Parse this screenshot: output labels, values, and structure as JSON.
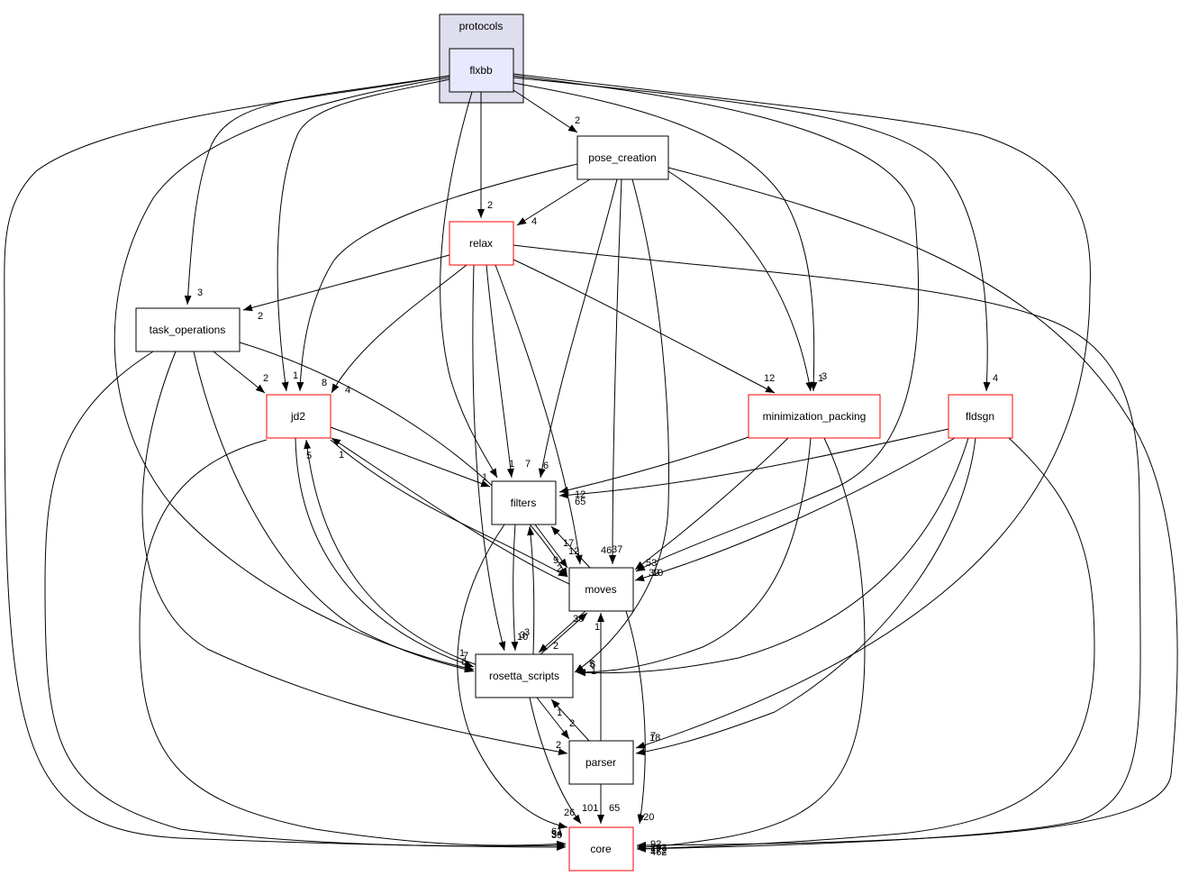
{
  "graph": {
    "cluster": {
      "label": "protocols"
    },
    "nodes": [
      {
        "id": "flxbb",
        "label": "flxbb",
        "style": "focus"
      },
      {
        "id": "pose_creation",
        "label": "pose_creation",
        "style": "normal"
      },
      {
        "id": "relax",
        "label": "relax",
        "style": "red"
      },
      {
        "id": "task_operations",
        "label": "task_operations",
        "style": "normal"
      },
      {
        "id": "jd2",
        "label": "jd2",
        "style": "red"
      },
      {
        "id": "minimization_packing",
        "label": "minimization_packing",
        "style": "red"
      },
      {
        "id": "fldsgn",
        "label": "fldsgn",
        "style": "red"
      },
      {
        "id": "filters",
        "label": "filters",
        "style": "normal"
      },
      {
        "id": "moves",
        "label": "moves",
        "style": "normal"
      },
      {
        "id": "rosetta_scripts",
        "label": "rosetta_scripts",
        "style": "normal"
      },
      {
        "id": "parser",
        "label": "parser",
        "style": "normal"
      },
      {
        "id": "core",
        "label": "core",
        "style": "red"
      }
    ],
    "edges": [
      {
        "from": "flxbb",
        "to": "pose_creation",
        "label": "2"
      },
      {
        "from": "flxbb",
        "to": "relax",
        "label": "2"
      },
      {
        "from": "flxbb",
        "to": "task_operations",
        "label": "3"
      },
      {
        "from": "flxbb",
        "to": "jd2",
        "label": "1"
      },
      {
        "from": "flxbb",
        "to": "filters",
        "label": "1"
      },
      {
        "from": "flxbb",
        "to": "minimization_packing",
        "label": "1"
      },
      {
        "from": "flxbb",
        "to": "fldsgn",
        "label": "4"
      },
      {
        "from": "flxbb",
        "to": "moves",
        "label": "10"
      },
      {
        "from": "flxbb",
        "to": "rosetta_scripts",
        "label": "1"
      },
      {
        "from": "flxbb",
        "to": "parser",
        "label": "7"
      },
      {
        "from": "flxbb",
        "to": "core",
        "label": "54"
      },
      {
        "from": "pose_creation",
        "to": "relax",
        "label": "4"
      },
      {
        "from": "pose_creation",
        "to": "jd2",
        "label": "8"
      },
      {
        "from": "pose_creation",
        "to": "filters",
        "label": "6"
      },
      {
        "from": "pose_creation",
        "to": "moves",
        "label": "37"
      },
      {
        "from": "pose_creation",
        "to": "minimization_packing",
        "label": "3"
      },
      {
        "from": "pose_creation",
        "to": "rosetta_scripts",
        "label": "5"
      },
      {
        "from": "pose_creation",
        "to": "core",
        "label": "92"
      },
      {
        "from": "relax",
        "to": "task_operations",
        "label": "2"
      },
      {
        "from": "relax",
        "to": "jd2",
        "label": "4"
      },
      {
        "from": "relax",
        "to": "filters",
        "label": "7"
      },
      {
        "from": "relax",
        "to": "moves",
        "label": "46"
      },
      {
        "from": "relax",
        "to": "minimization_packing",
        "label": "12"
      },
      {
        "from": "relax",
        "to": "rosetta_scripts",
        "label": "3"
      },
      {
        "from": "relax",
        "to": "core",
        "label": "172"
      },
      {
        "from": "task_operations",
        "to": "jd2",
        "label": "2"
      },
      {
        "from": "task_operations",
        "to": "moves",
        "label": "2"
      },
      {
        "from": "task_operations",
        "to": "rosetta_scripts",
        "label": "6"
      },
      {
        "from": "task_operations",
        "to": "parser",
        "label": "2"
      },
      {
        "from": "task_operations",
        "to": "core",
        "label": "39"
      },
      {
        "from": "jd2",
        "to": "filters",
        "label": "1"
      },
      {
        "from": "jd2",
        "to": "moves",
        "label": "9"
      },
      {
        "from": "jd2",
        "to": "rosetta_scripts",
        "label": "7"
      },
      {
        "from": "jd2",
        "to": "core",
        "label": "61"
      },
      {
        "from": "minimization_packing",
        "to": "filters",
        "label": "12"
      },
      {
        "from": "minimization_packing",
        "to": "moves",
        "label": "53"
      },
      {
        "from": "minimization_packing",
        "to": "rosetta_scripts",
        "label": "6"
      },
      {
        "from": "minimization_packing",
        "to": "core",
        "label": "293"
      },
      {
        "from": "fldsgn",
        "to": "filters",
        "label": "65"
      },
      {
        "from": "fldsgn",
        "to": "moves",
        "label": "33"
      },
      {
        "from": "fldsgn",
        "to": "rosetta_scripts",
        "label": "1"
      },
      {
        "from": "fldsgn",
        "to": "parser",
        "label": "18"
      },
      {
        "from": "fldsgn",
        "to": "core",
        "label": "462"
      },
      {
        "from": "filters",
        "to": "moves",
        "label": "12"
      },
      {
        "from": "filters",
        "to": "rosetta_scripts",
        "label": "10"
      },
      {
        "from": "filters",
        "to": "core",
        "label": "26"
      },
      {
        "from": "moves",
        "to": "filters",
        "label": "17"
      },
      {
        "from": "moves",
        "to": "jd2",
        "label": "1"
      },
      {
        "from": "moves",
        "to": "rosetta_scripts",
        "label": "2"
      },
      {
        "from": "moves",
        "to": "core",
        "label": "120"
      },
      {
        "from": "rosetta_scripts",
        "to": "filters",
        "label": "3"
      },
      {
        "from": "rosetta_scripts",
        "to": "jd2",
        "label": "5"
      },
      {
        "from": "rosetta_scripts",
        "to": "moves",
        "label": "39"
      },
      {
        "from": "rosetta_scripts",
        "to": "parser",
        "label": "2"
      },
      {
        "from": "rosetta_scripts",
        "to": "core",
        "label": "101"
      },
      {
        "from": "parser",
        "to": "moves",
        "label": "1"
      },
      {
        "from": "parser",
        "to": "rosetta_scripts",
        "label": "1"
      },
      {
        "from": "parser",
        "to": "core",
        "label": "65"
      }
    ],
    "colors": {
      "cluster_fill": "#dedeee",
      "focus_fill": "#e8e8ff",
      "red_border": "#ff0000"
    }
  }
}
